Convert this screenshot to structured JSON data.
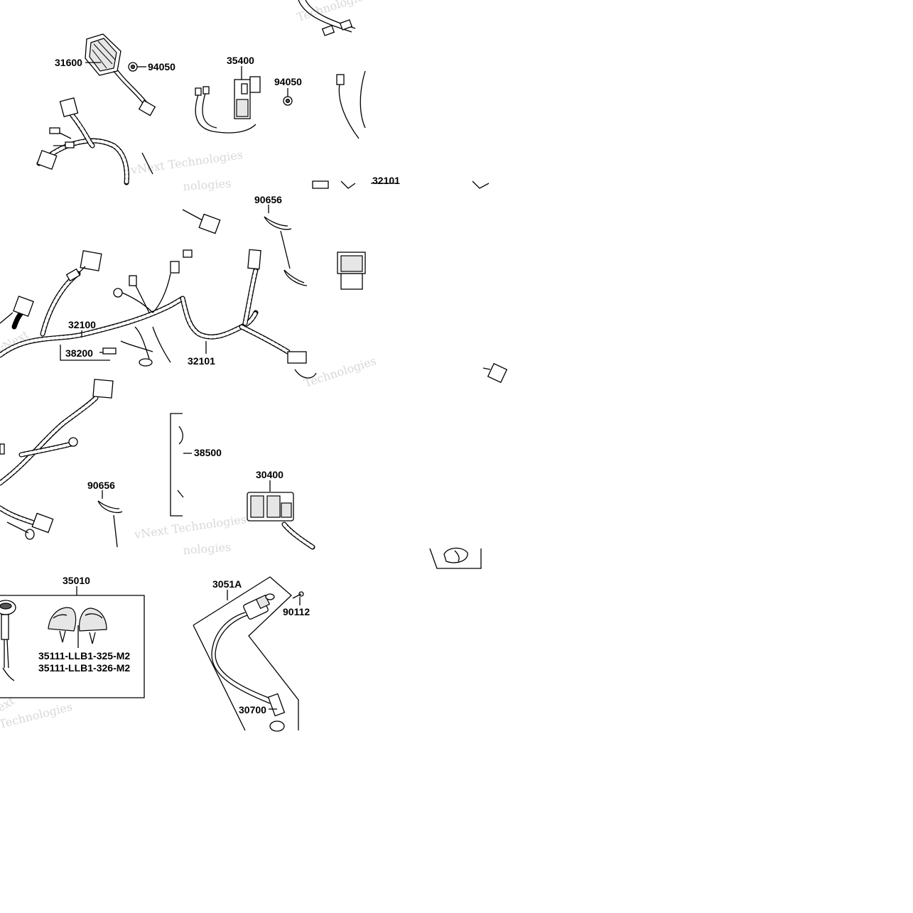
{
  "labels": {
    "p31600": "31600",
    "p94050a": "94050",
    "p35400": "35400",
    "p94050b": "94050",
    "p32101top": "32101",
    "p90656a": "90656",
    "p32100": "32100",
    "p38200": "38200",
    "p32101": "32101",
    "p38500": "38500",
    "p90656b": "90656",
    "p30400": "30400",
    "p35010": "35010",
    "p35111a": "35111-LLB1-325-M2",
    "p35111b": "35111-LLB1-326-M2",
    "p3051A": "3051A",
    "p90112": "90112",
    "p30700": "30700"
  },
  "watermarks": {
    "w1": "Technologies",
    "w2": "vNext Technologies",
    "w3": "nologies",
    "w4": "vNext",
    "w5": "Technologies",
    "w6": "vNext Technologies",
    "w7": "nologies",
    "w8": "ext",
    "w9": "Technologies"
  },
  "colors": {
    "line": "#000000",
    "background": "#ffffff",
    "watermark": "#d8d8d8"
  }
}
